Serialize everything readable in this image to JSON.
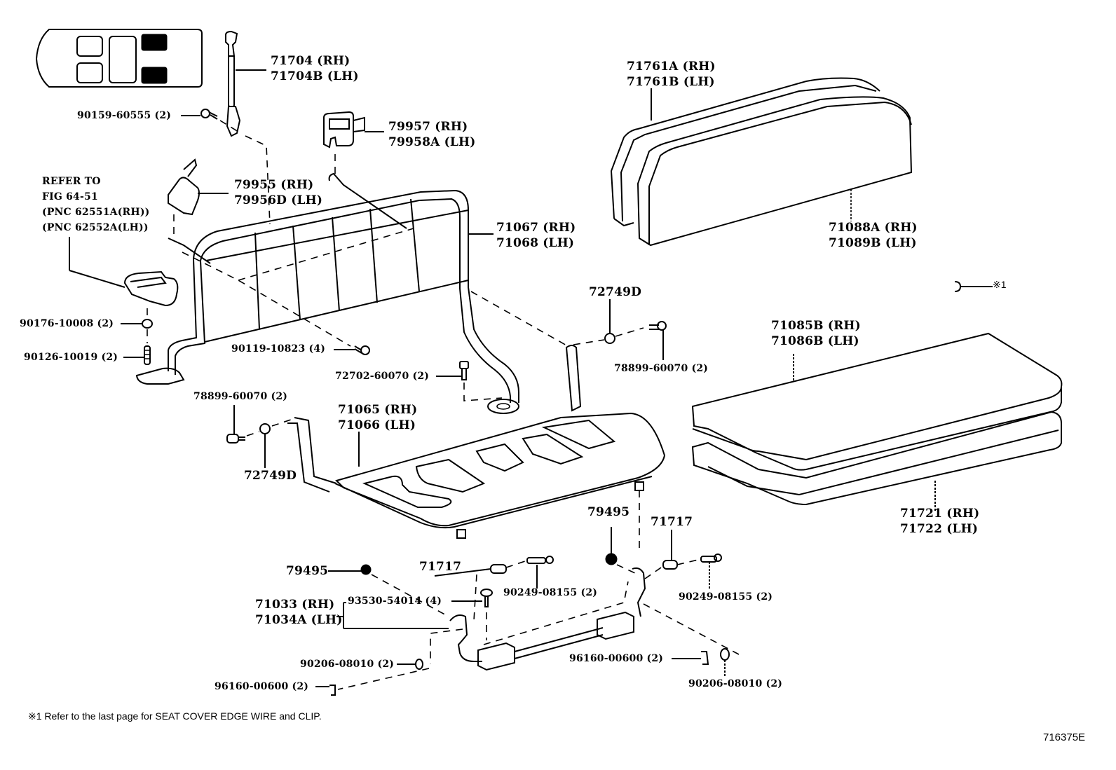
{
  "figure_id": "716375E",
  "footnote": "※1 Refer to the last page for SEAT COVER EDGE WIRE and CLIP.",
  "clip_reference": "※1",
  "refer_note": [
    "REFER TO",
    "FIG 64-51",
    "(PNC 62551A(RH))",
    "(PNC 62552A(LH))"
  ],
  "locator": {
    "name": "vehicle-seat-locator",
    "highlighted_seats": "rear (3rd row)"
  },
  "callouts": {
    "belt_anchor": [
      "71704 (RH)",
      "71704B (LH)"
    ],
    "bolt_90159": "90159-60555 (2)",
    "cover_79957": [
      "79957 (RH)",
      "79958A (LH)"
    ],
    "cover_79955": [
      "79955 (RH)",
      "79956D (LH)"
    ],
    "back_frame": [
      "71067 (RH)",
      "71068 (LH)"
    ],
    "nut_90176": "90176-10008 (2)",
    "stud_90126": "90126-10019 (2)",
    "bolt_90119": "90119-10823 (4)",
    "bolt_72702": "72702-60070 (2)",
    "bushing_72749D_top": "72749D",
    "bolt_78899_right": "78899-60070 (2)",
    "bolt_78899_left": "78899-60070 (2)",
    "bushing_72749D_left": "72749D",
    "cushion_frame": [
      "71065 (RH)",
      "71066 (LH)"
    ],
    "back_cover": [
      "71761A (RH)",
      "71761B (LH)"
    ],
    "back_pad": [
      "71088A (RH)",
      "71089B (LH)"
    ],
    "cushion_cover": [
      "71085B (RH)",
      "71086B (LH)"
    ],
    "cushion_pad": [
      "71721 (RH)",
      "71722 (LH)"
    ],
    "spring_left": "79495",
    "spring_right": "79495",
    "collar_left": "71717",
    "collar_right": "71717",
    "pin_left": "90249-08155 (2)",
    "pin_right": "90249-08155 (2)",
    "leg": [
      "71033 (RH)",
      "71034A (LH)"
    ],
    "screw_93530": "93530-54014 (4)",
    "washer_left": "90206-08010 (2)",
    "clip_left": "96160-00600 (2)",
    "clip_right": "96160-00600 (2)",
    "washer_right": "90206-08010 (2)"
  }
}
